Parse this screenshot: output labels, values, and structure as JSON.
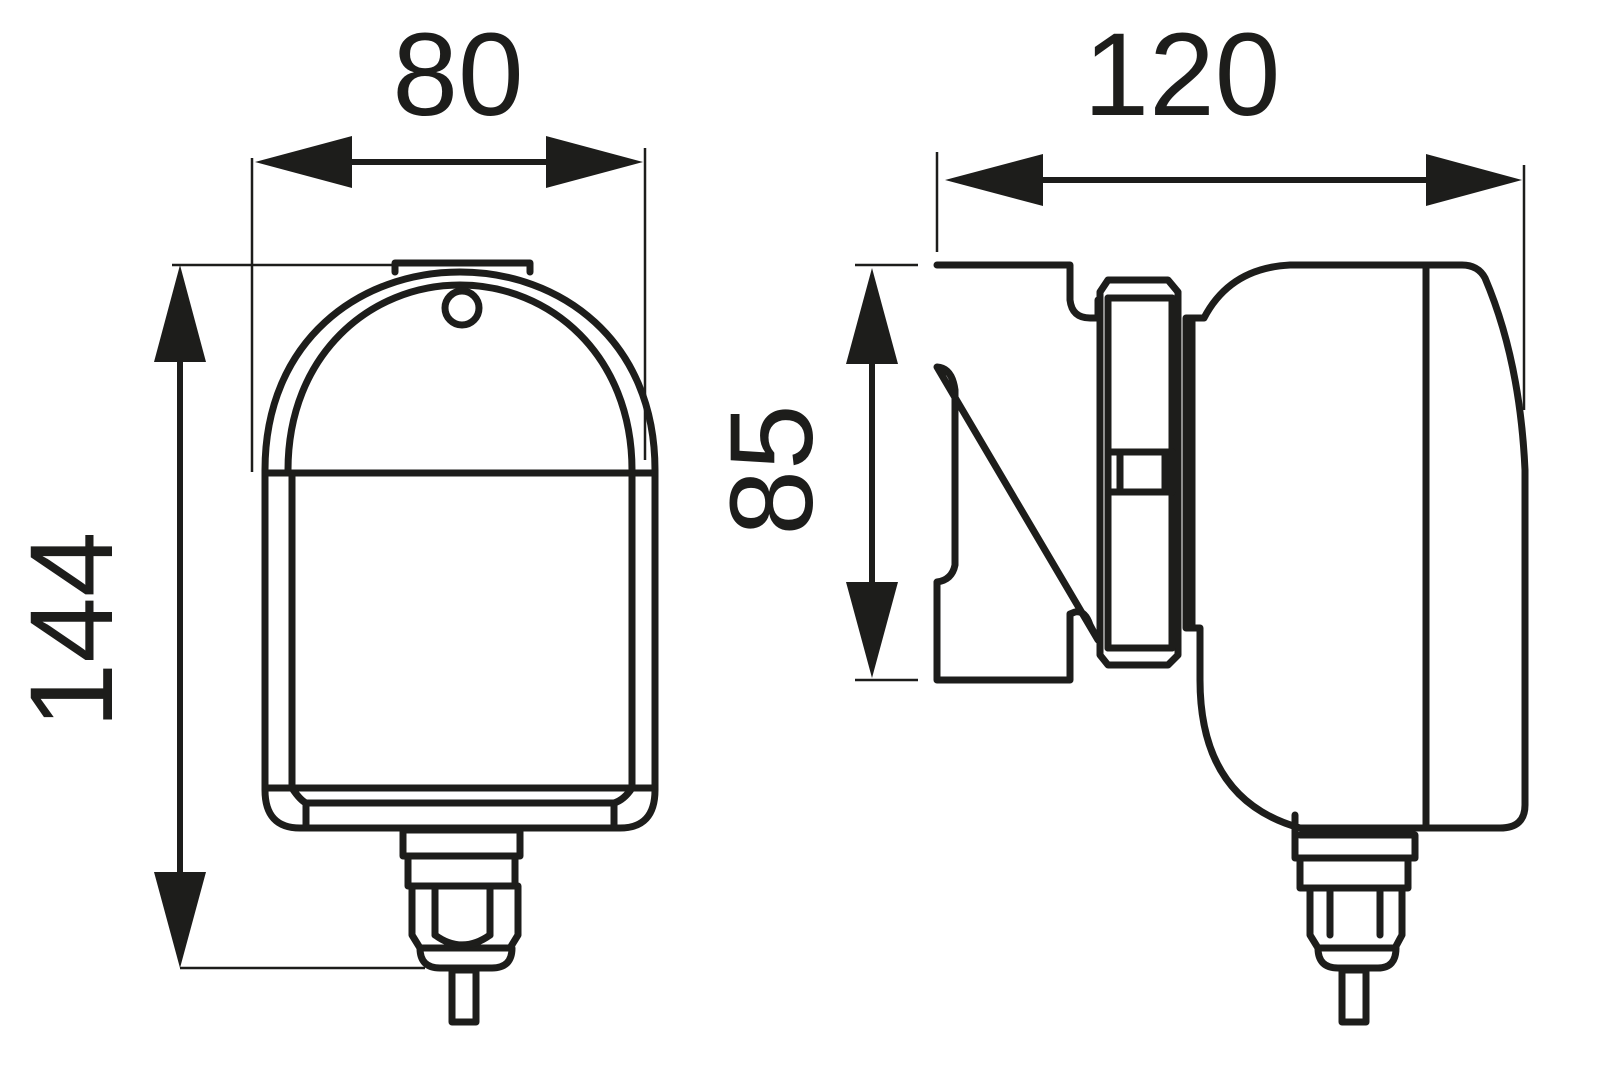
{
  "drawing": {
    "front_view": {
      "width_label": "80",
      "height_label": "144"
    },
    "side_view": {
      "length_label": "120",
      "height_label": "85"
    },
    "line_color": "#1d1d1b",
    "background": "#ffffff"
  }
}
